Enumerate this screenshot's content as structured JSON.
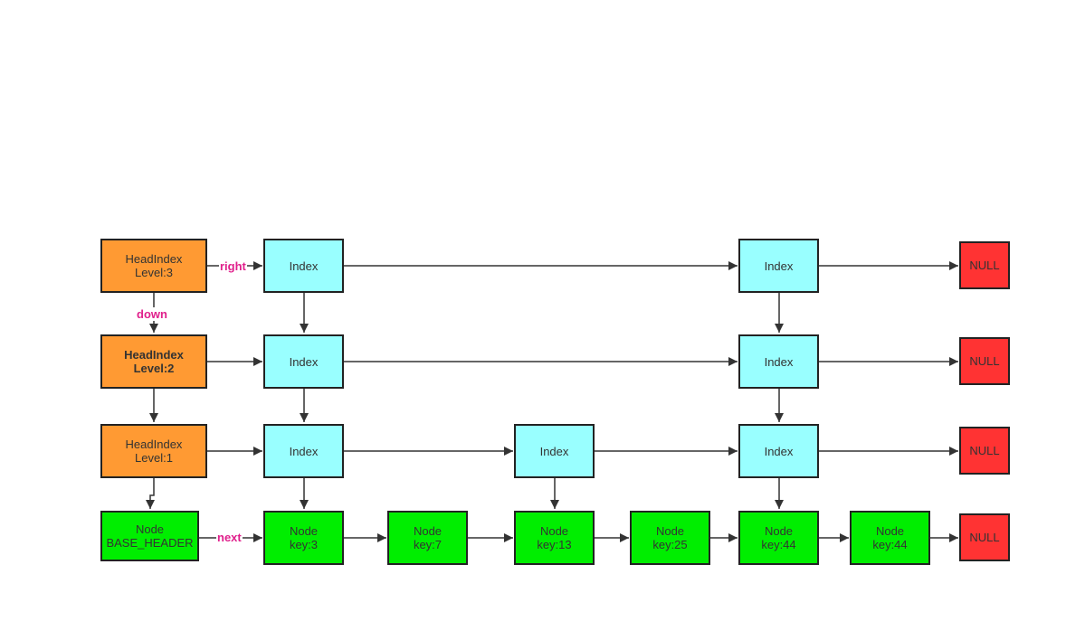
{
  "labels": {
    "right": "right",
    "down": "down",
    "next": "next"
  },
  "heads": [
    {
      "line1": "HeadIndex",
      "line2": "Level:3"
    },
    {
      "line1": "HeadIndex",
      "line2": "Level:2"
    },
    {
      "line1": "HeadIndex",
      "line2": "Level:1"
    }
  ],
  "header_node": {
    "line1": "Node",
    "line2": "BASE_HEADER"
  },
  "index_label": "Index",
  "null_label": "NULL",
  "nodes": [
    {
      "line1": "Node",
      "line2": "key:3"
    },
    {
      "line1": "Node",
      "line2": "key:7"
    },
    {
      "line1": "Node",
      "line2": "key:13"
    },
    {
      "line1": "Node",
      "line2": "key:25"
    },
    {
      "line1": "Node",
      "line2": "key:44"
    },
    {
      "line1": "Node",
      "line2": "key:44"
    }
  ],
  "colors": {
    "head": "#ff9a33",
    "index": "#99ffff",
    "node": "#00ee00",
    "null": "#ff3333",
    "label": "#e0208c",
    "line": "#333333"
  }
}
